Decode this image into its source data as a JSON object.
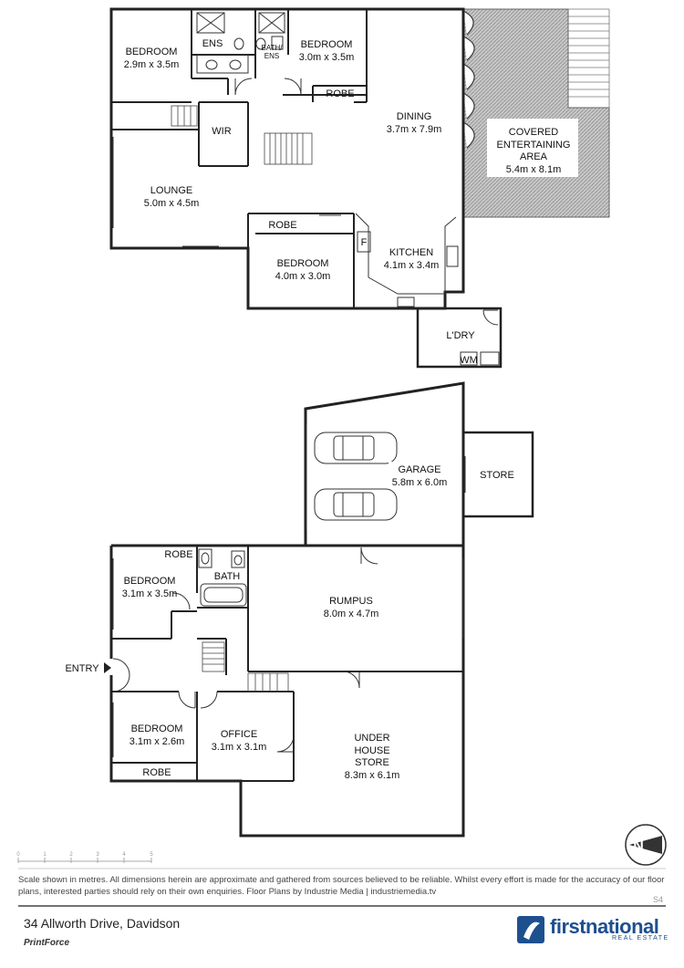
{
  "upper_floor": {
    "rooms": [
      {
        "name": "BEDROOM",
        "size": "2.9m x 3.5m"
      },
      {
        "name": "ENS",
        "size": ""
      },
      {
        "name": "BATH/",
        "size": "ENS"
      },
      {
        "name": "BEDROOM",
        "size": "3.0m x 3.5m"
      },
      {
        "name": "ROBE",
        "size": ""
      },
      {
        "name": "WIR",
        "size": ""
      },
      {
        "name": "DINING",
        "size": "3.7m x 7.9m"
      },
      {
        "name": "LOUNGE",
        "size": "5.0m x 4.5m"
      },
      {
        "name": "ROBE",
        "size": ""
      },
      {
        "name": "BEDROOM",
        "size": "4.0m x 3.0m"
      },
      {
        "name": "F",
        "size": ""
      },
      {
        "name": "KITCHEN",
        "size": "4.1m x 3.4m"
      },
      {
        "name": "L'DRY",
        "size": ""
      },
      {
        "name": "WM",
        "size": ""
      }
    ],
    "covered_area": {
      "line1": "COVERED",
      "line2": "ENTERTAINING",
      "line3": "AREA",
      "size": "5.4m x 8.1m"
    }
  },
  "lower_floor": {
    "rooms": [
      {
        "name": "GARAGE",
        "size": "5.8m x 6.0m"
      },
      {
        "name": "STORE",
        "size": ""
      },
      {
        "name": "ROBE",
        "size": ""
      },
      {
        "name": "BATH",
        "size": ""
      },
      {
        "name": "BEDROOM",
        "size": "3.1m x 3.5m"
      },
      {
        "name": "RUMPUS",
        "size": "8.0m x 4.7m"
      },
      {
        "name": "BEDROOM",
        "size": "3.1m x 2.6m"
      },
      {
        "name": "OFFICE",
        "size": "3.1m x 3.1m"
      },
      {
        "name": "ROBE",
        "size": ""
      }
    ],
    "under_house_store": {
      "line1": "UNDER",
      "line2": "HOUSE",
      "line3": "STORE",
      "size": "8.3m x 6.1m"
    },
    "entry_label": "ENTRY"
  },
  "scale_bar": {
    "ticks": [
      "0",
      "1",
      "2",
      "3",
      "4",
      "5"
    ]
  },
  "compass_label": "N",
  "disclaimer": "Scale shown in metres. All dimensions herein are approximate and gathered from sources believed to be reliable. Whilst every effort is made for the accuracy of our floor plans, interested parties should rely on their own enquiries. Floor Plans by Industrie Media | industriemedia.tv",
  "page_code": "S4",
  "address": "34 Allworth Drive, Davidson",
  "printforce": "PrintForce",
  "brand": {
    "name": "firstnational",
    "sub": "REAL ESTATE",
    "color": "#1e4f8f"
  }
}
